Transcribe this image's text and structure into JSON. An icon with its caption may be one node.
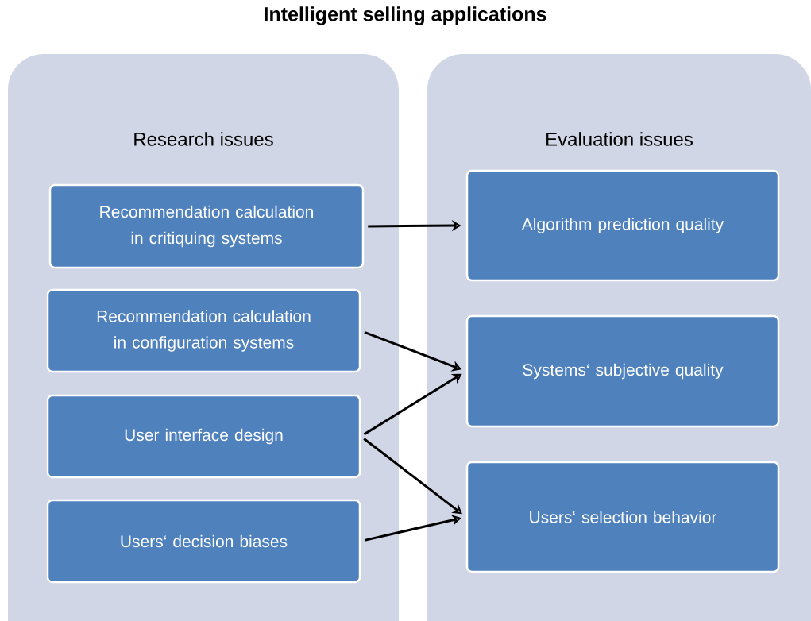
{
  "diagram": {
    "title": "Intelligent selling applications",
    "nodes": [
      {
        "text": [
          "Research issues"
        ]
      },
      {
        "text": [
          "Recommendation calculation in critiquing systems"
        ],
        "in": 0
      },
      {
        "text": [
          "Recommendation calculation in configuration systems"
        ],
        "in": 0
      },
      {
        "text": [
          "User interface design"
        ],
        "in": 0
      },
      {
        "text": [
          "Users‘ decision biases"
        ],
        "in": 0
      },
      {
        "text": [
          "Evaluation issues"
        ]
      },
      {
        "text": [
          "Algorithm prediction quality"
        ],
        "in": 5
      },
      {
        "text": [
          "Systems‘ subjective quality"
        ],
        "in": 5
      },
      {
        "text": [
          "Users‘ selection behavior"
        ],
        "in": 5
      }
    ],
    "edges": [
      {
        "from": 1,
        "to": 6,
        "arrow": "to"
      },
      {
        "from": 2,
        "to": 7,
        "arrow": "to"
      },
      {
        "from": 3,
        "to": 7,
        "arrow": "to"
      },
      {
        "from": 3,
        "to": 8,
        "arrow": "to"
      },
      {
        "from": 4,
        "to": 8,
        "arrow": "to"
      }
    ]
  }
}
